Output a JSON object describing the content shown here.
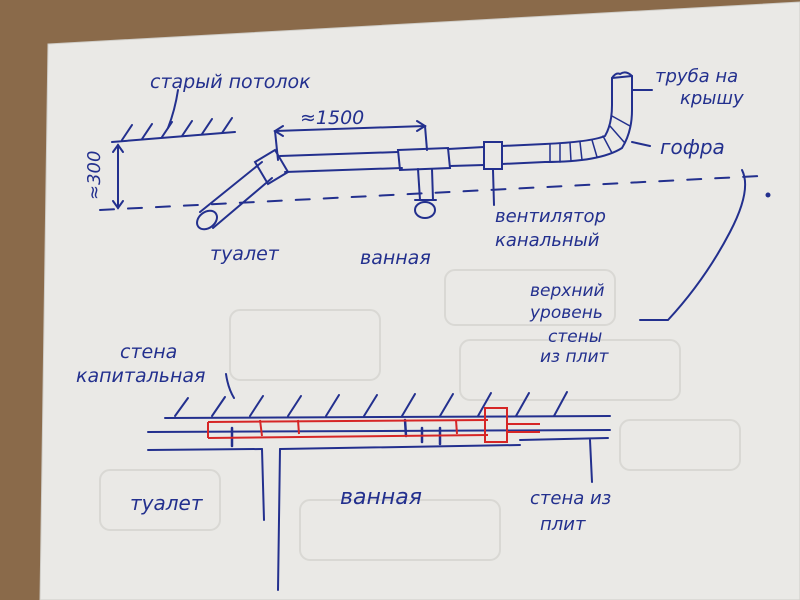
{
  "colors": {
    "desk": "#8a6a4a",
    "paper": "#ecebe8",
    "ink": "#23308e",
    "red_ink": "#d62626"
  },
  "top_view": {
    "old_ceiling": "старый потолок",
    "height_dim": "≈300",
    "length_dim": "≈1500",
    "roof_pipe": [
      "труба на",
      "крышу"
    ],
    "gofra": "гофра",
    "toilet": "туалет",
    "bathroom": "ванная",
    "fan": [
      "вентилятор",
      "канальный"
    ],
    "upper_level": [
      "верхний",
      "уровень",
      "стены",
      "из плит"
    ]
  },
  "plan_view": {
    "capital_wall": [
      "стена",
      "капитальная"
    ],
    "toilet": "туалет",
    "bathroom": "ванная",
    "slab_wall": [
      "стена из",
      "плит"
    ]
  }
}
